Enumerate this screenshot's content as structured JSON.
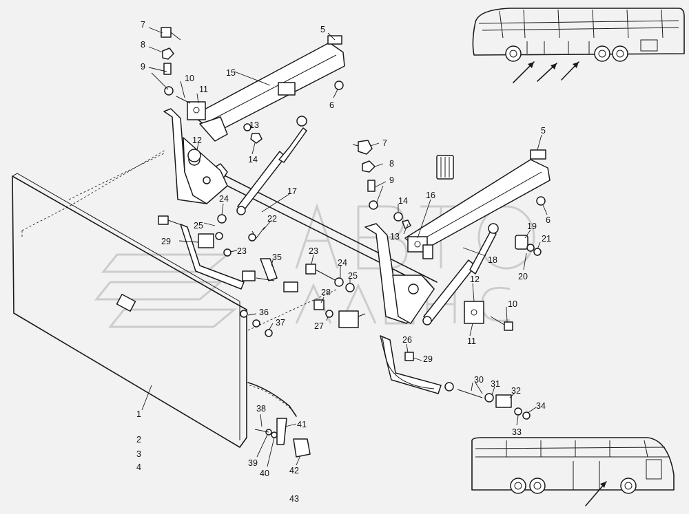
{
  "figure": {
    "callouts": [
      {
        "id": "c1",
        "text": "1"
      },
      {
        "id": "c2",
        "text": "2"
      },
      {
        "id": "c3",
        "text": "3"
      },
      {
        "id": "c4",
        "text": "4"
      },
      {
        "id": "c5a",
        "text": "5"
      },
      {
        "id": "c5b",
        "text": "5"
      },
      {
        "id": "c6a",
        "text": "6"
      },
      {
        "id": "c6b",
        "text": "6"
      },
      {
        "id": "c7a",
        "text": "7"
      },
      {
        "id": "c7b",
        "text": "7"
      },
      {
        "id": "c8a",
        "text": "8"
      },
      {
        "id": "c8b",
        "text": "8"
      },
      {
        "id": "c9a",
        "text": "9"
      },
      {
        "id": "c9b",
        "text": "9"
      },
      {
        "id": "c10a",
        "text": "10"
      },
      {
        "id": "c10b",
        "text": "10"
      },
      {
        "id": "c11a",
        "text": "11"
      },
      {
        "id": "c11b",
        "text": "11"
      },
      {
        "id": "c12a",
        "text": "12"
      },
      {
        "id": "c12b",
        "text": "12"
      },
      {
        "id": "c13a",
        "text": "13"
      },
      {
        "id": "c13b",
        "text": "13"
      },
      {
        "id": "c14a",
        "text": "14"
      },
      {
        "id": "c14b",
        "text": "14"
      },
      {
        "id": "c15",
        "text": "15"
      },
      {
        "id": "c16",
        "text": "16"
      },
      {
        "id": "c17",
        "text": "17"
      },
      {
        "id": "c18",
        "text": "18"
      },
      {
        "id": "c19",
        "text": "19"
      },
      {
        "id": "c20",
        "text": "20"
      },
      {
        "id": "c21",
        "text": "21"
      },
      {
        "id": "c22",
        "text": "22"
      },
      {
        "id": "c23a",
        "text": "23"
      },
      {
        "id": "c23b",
        "text": "23"
      },
      {
        "id": "c24a",
        "text": "24"
      },
      {
        "id": "c24b",
        "text": "24"
      },
      {
        "id": "c25a",
        "text": "25"
      },
      {
        "id": "c25b",
        "text": "25"
      },
      {
        "id": "c26",
        "text": "26"
      },
      {
        "id": "c27",
        "text": "27"
      },
      {
        "id": "c28",
        "text": "28"
      },
      {
        "id": "c29a",
        "text": "29"
      },
      {
        "id": "c29b",
        "text": "29"
      },
      {
        "id": "c30",
        "text": "30"
      },
      {
        "id": "c31",
        "text": "31"
      },
      {
        "id": "c32",
        "text": "32"
      },
      {
        "id": "c33",
        "text": "33"
      },
      {
        "id": "c34",
        "text": "34"
      },
      {
        "id": "c35",
        "text": "35"
      },
      {
        "id": "c36",
        "text": "36"
      },
      {
        "id": "c37",
        "text": "37"
      },
      {
        "id": "c38",
        "text": "38"
      },
      {
        "id": "c39",
        "text": "39"
      },
      {
        "id": "c40",
        "text": "40"
      },
      {
        "id": "c41",
        "text": "41"
      },
      {
        "id": "c42",
        "text": "42"
      },
      {
        "id": "c43",
        "text": "43"
      }
    ]
  },
  "colors": {
    "line": "#1a1a1a",
    "background": "#f2f2f2",
    "watermark": "#c8c8c8"
  }
}
